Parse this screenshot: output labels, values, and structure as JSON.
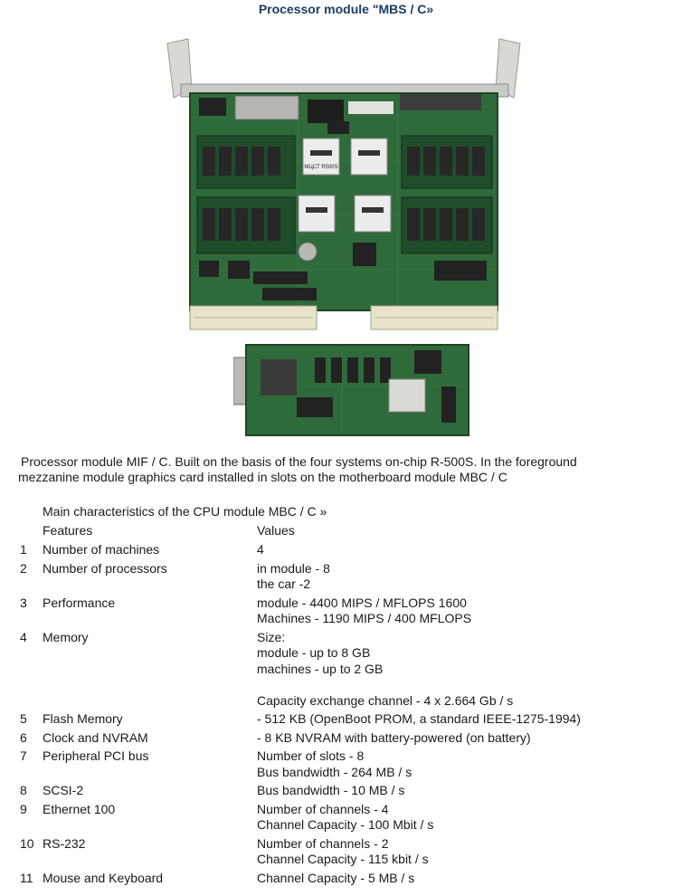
{
  "page_title": "Processor module \"MBS / C»",
  "caption": {
    "line1": "Processor module MIF / C.  Built on the basis of the four systems on-chip R-500S.  In the foreground",
    "line2": "mezzanine module graphics card installed in slots on the motherboard module MBC / C"
  },
  "board_labels": {
    "chip": "MЦСТ R500S"
  },
  "table": {
    "title": "Main characteristics of the CPU module MBC / C »",
    "header_features": "Features",
    "header_values": "Values",
    "rows": [
      {
        "num": "1",
        "feature": "Number of machines",
        "values": [
          "4"
        ]
      },
      {
        "num": "2",
        "feature": "Number of processors",
        "values": [
          "in module - 8",
          "the car -2"
        ]
      },
      {
        "num": "3",
        "feature": "Performance",
        "values": [
          "module - 4400 MIPS / MFLOPS 1600",
          "Machines - 1190 MIPS / 400 MFLOPS"
        ]
      },
      {
        "num": "4",
        "feature": "Memory",
        "values": [
          "Size:",
          "module - up to 8 GB",
          "machines - up to 2 GB",
          "",
          "Capacity exchange channel - 4 x 2.664 Gb / s"
        ]
      },
      {
        "num": "5",
        "feature": "Flash Memory",
        "values": [
          "- 512 KB (OpenBoot PROM, a standard IEEE-1275-1994)"
        ]
      },
      {
        "num": "6",
        "feature": "Clock and NVRAM",
        "values": [
          "- 8 KB NVRAM with battery-powered (on battery)"
        ]
      },
      {
        "num": "7",
        "feature": "Peripheral PCI bus",
        "values": [
          "Number of slots - 8",
          "Bus bandwidth - 264 MB / s"
        ]
      },
      {
        "num": "8",
        "feature": "SCSI-2",
        "values": [
          "Bus bandwidth - 10 MB / s"
        ]
      },
      {
        "num": "9",
        "feature": "Ethernet 100",
        "values": [
          "Number of channels - 4",
          "Channel Capacity - 100 Mbit / s"
        ]
      },
      {
        "num": "10",
        "feature": "RS-232",
        "values": [
          "Number of channels - 2",
          "Channel Capacity - 115 kbit / s"
        ]
      },
      {
        "num": "11",
        "feature": "Mouse and Keyboard",
        "values": [
          "Channel Capacity - 5 MB / s"
        ]
      }
    ]
  }
}
